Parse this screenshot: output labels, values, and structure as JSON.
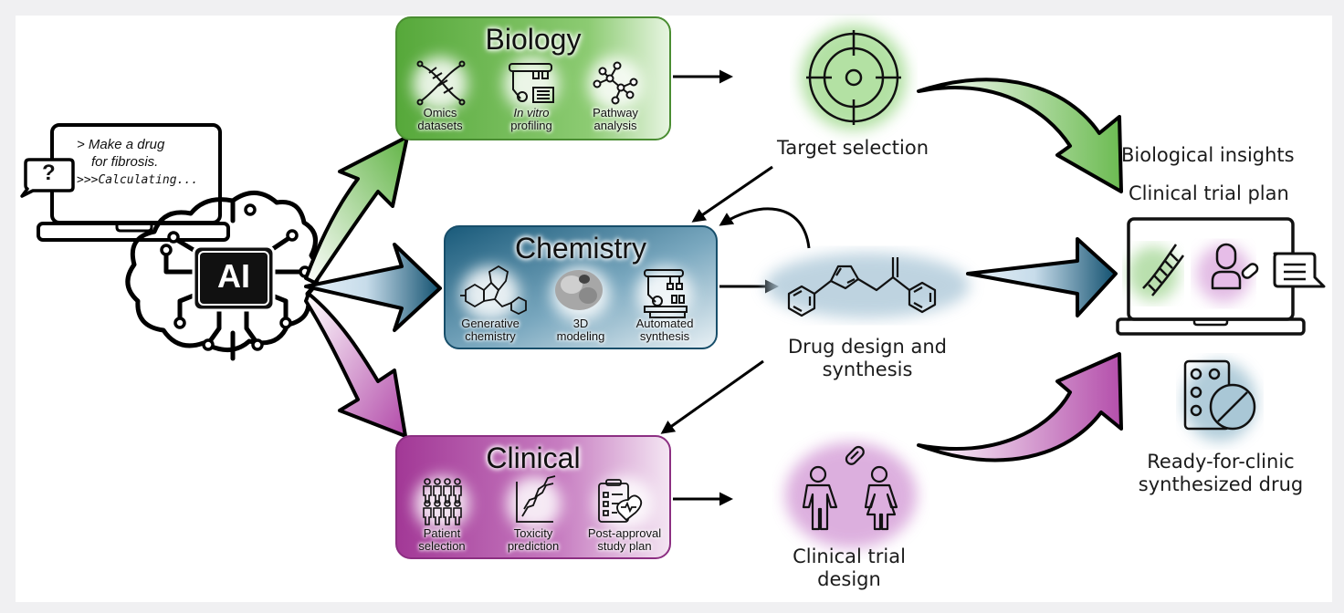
{
  "terminal": {
    "prompt_line1": "> Make a drug",
    "prompt_line2": "for fibrosis.",
    "output": ">>>Calculating...",
    "question_mark": "?"
  },
  "ai_chip_label": "AI",
  "boxes": {
    "biology": {
      "title": "Biology",
      "color": "#5aa83c",
      "items": [
        {
          "icon": "dna-icon",
          "line1": "Omics",
          "line2": "datasets"
        },
        {
          "icon": "lab-robot-icon",
          "line1": "In vitro",
          "line2": "profiling"
        },
        {
          "icon": "network-icon",
          "line1": "Pathway",
          "line2": "analysis"
        }
      ]
    },
    "chemistry": {
      "title": "Chemistry",
      "color": "#1e5f80",
      "items": [
        {
          "icon": "molecule-icon",
          "line1": "Generative",
          "line2": "chemistry"
        },
        {
          "icon": "protein-icon",
          "line1": "3D",
          "line2": "modeling"
        },
        {
          "icon": "synthesis-robot-icon",
          "line1": "Automated",
          "line2": "synthesis"
        }
      ]
    },
    "clinical": {
      "title": "Clinical",
      "color": "#a43a98",
      "items": [
        {
          "icon": "patients-icon",
          "line1": "Patient",
          "line2": "selection"
        },
        {
          "icon": "toxicity-chart-icon",
          "line1": "Toxicity",
          "line2": "prediction"
        },
        {
          "icon": "clipboard-heart-icon",
          "line1": "Post-approval",
          "line2": "study plan"
        }
      ]
    }
  },
  "stages": {
    "target": {
      "label": "Target selection",
      "glow": "#9fd58f"
    },
    "drug": {
      "line1": "Drug design and",
      "line2": "synthesis",
      "glow": "#a9c6d6"
    },
    "trial": {
      "line1": "Clinical trial",
      "line2": "design",
      "glow": "#d49ad6"
    }
  },
  "outputs": {
    "insights": "Biological insights",
    "trial_plan": "Clinical trial plan",
    "drug_line1": "Ready-for-clinic",
    "drug_line2": "synthesized drug"
  },
  "colors": {
    "green": "#6dbb4f",
    "blue": "#1b5a7c",
    "purple": "#b04aa8",
    "frame": "#f0f0f2"
  }
}
